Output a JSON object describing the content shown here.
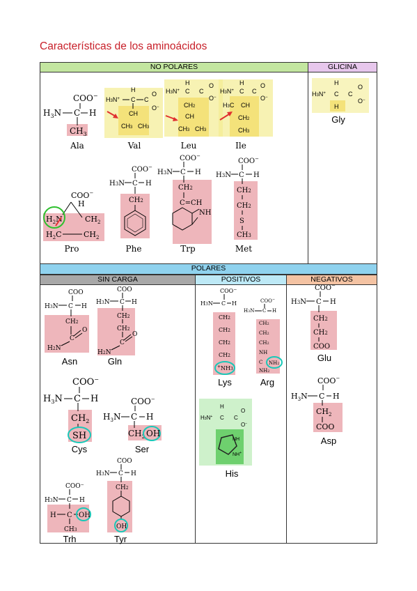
{
  "title": "Características de los aminoácidos",
  "headers": {
    "no_polares": "NO POLARES",
    "glicina": "GLICINA",
    "polares": "POLARES",
    "sin_carga": "SIN CARGA",
    "positivos": "POSITIVOS",
    "negativos": "NEGATIVOS"
  },
  "amino": {
    "ala": "Ala",
    "val": "Val",
    "leu": "Leu",
    "ile": "Ile",
    "gly": "Gly",
    "pro": "Pro",
    "phe": "Phe",
    "trp": "Trp",
    "met": "Met",
    "asn": "Asn",
    "gln": "Gln",
    "lys": "Lys",
    "arg": "Arg",
    "glu": "Glu",
    "cys": "Cys",
    "ser": "Ser",
    "asp": "Asp",
    "his": "His",
    "thr": "Trh",
    "tyr": "Tyr"
  },
  "colors": {
    "title": "#c8202a",
    "no_polares_bg": "#c3e6a0",
    "glicina_bg": "#e7c7ec",
    "polares_bg": "#8fd2ee",
    "sin_carga_bg": "#a8a8a8",
    "positivos_bg": "#bde9f6",
    "negativos_bg": "#f4c3a3",
    "highlight_pink": "#eeb6bb",
    "highlight_yellow": "#f4ec93",
    "highlight_green": "#a6e6a0",
    "circle_cyan": "#18c8b8"
  }
}
